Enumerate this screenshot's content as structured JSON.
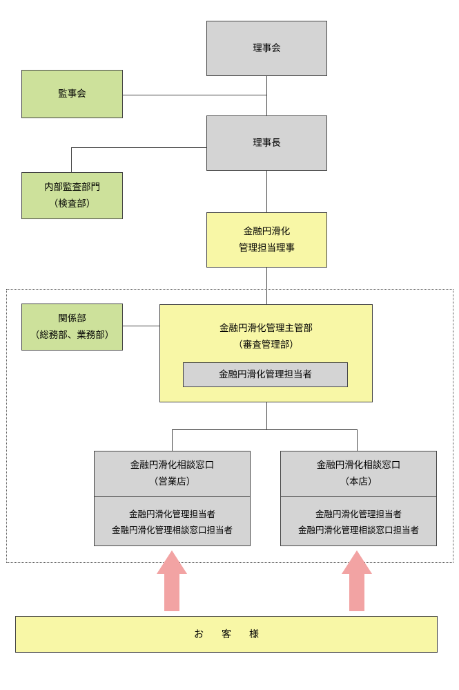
{
  "nodes": {
    "board": "理事会",
    "auditors": "監事会",
    "chairman": "理事長",
    "internal_audit": [
      "内部監査部門",
      "（検査部）"
    ],
    "director": [
      "金融円滑化",
      "管理担当理事"
    ],
    "related_depts": [
      "関係部",
      "（総務部、業務部）"
    ],
    "main_dept": [
      "金融円滑化管理主管部",
      "（審査管理部）"
    ],
    "main_dept_officer": "金融円滑化管理担当者",
    "branch_window": {
      "title": [
        "金融円滑化相談窓口",
        "（営業店）"
      ],
      "staff": [
        "金融円滑化管理担当者",
        "金融円滑化管理相談窓口担当者"
      ]
    },
    "hq_window": {
      "title": [
        "金融円滑化相談窓口",
        "（本店）"
      ],
      "staff": [
        "金融円滑化管理担当者",
        "金融円滑化管理相談窓口担当者"
      ]
    },
    "customer": "お客様"
  },
  "colors": {
    "gray_box": "#d4d4d4",
    "green_box": "#cde19b",
    "yellow_box": "#f8f7a6",
    "arrow": "#f2a3a3",
    "line": "#444444"
  }
}
